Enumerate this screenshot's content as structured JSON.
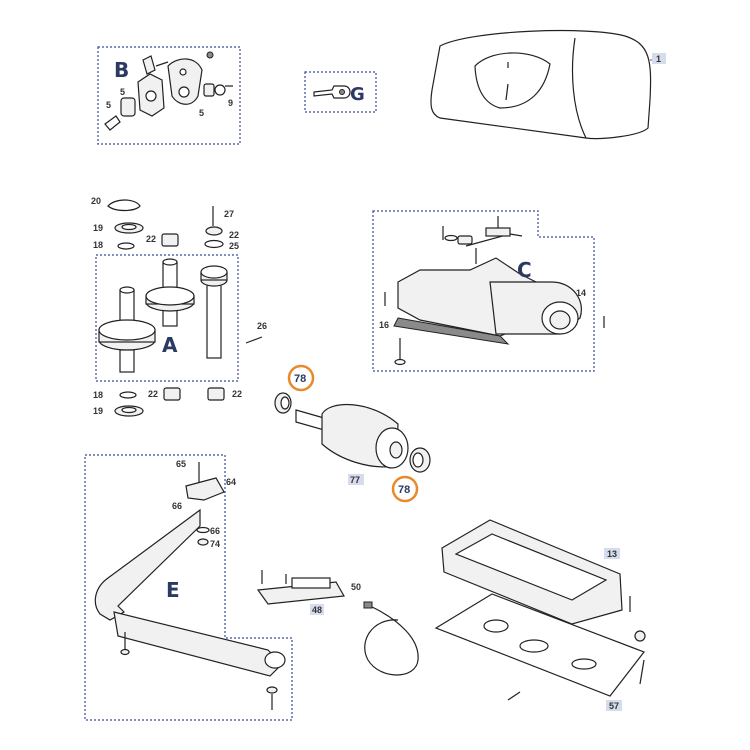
{
  "groups": {
    "a": "A",
    "b": "B",
    "c": "C",
    "e": "E",
    "g": "G"
  },
  "parts": {
    "p1": "1",
    "p5a": "5",
    "p5b": "5",
    "p5c": "5",
    "p9": "9",
    "p20": "20",
    "p19a": "19",
    "p18a": "18",
    "p22a": "22",
    "p27": "27",
    "p22b": "22",
    "p25": "25",
    "p26": "26",
    "p18b": "18",
    "p19b": "19",
    "p22c": "22",
    "p22d": "22",
    "p14": "14",
    "p16": "16",
    "p78a": "78",
    "p78b": "78",
    "p77": "77",
    "p65": "65",
    "p64": "64",
    "p66a": "66",
    "p66b": "66",
    "p74": "74",
    "p50": "50",
    "p48": "48",
    "p13": "13",
    "p57": "57"
  },
  "colors": {
    "group_box": "#3a4a9a",
    "highlight": "#e8892c",
    "label_tag": "#d5dcec",
    "group_letter": "#2b3a63"
  }
}
